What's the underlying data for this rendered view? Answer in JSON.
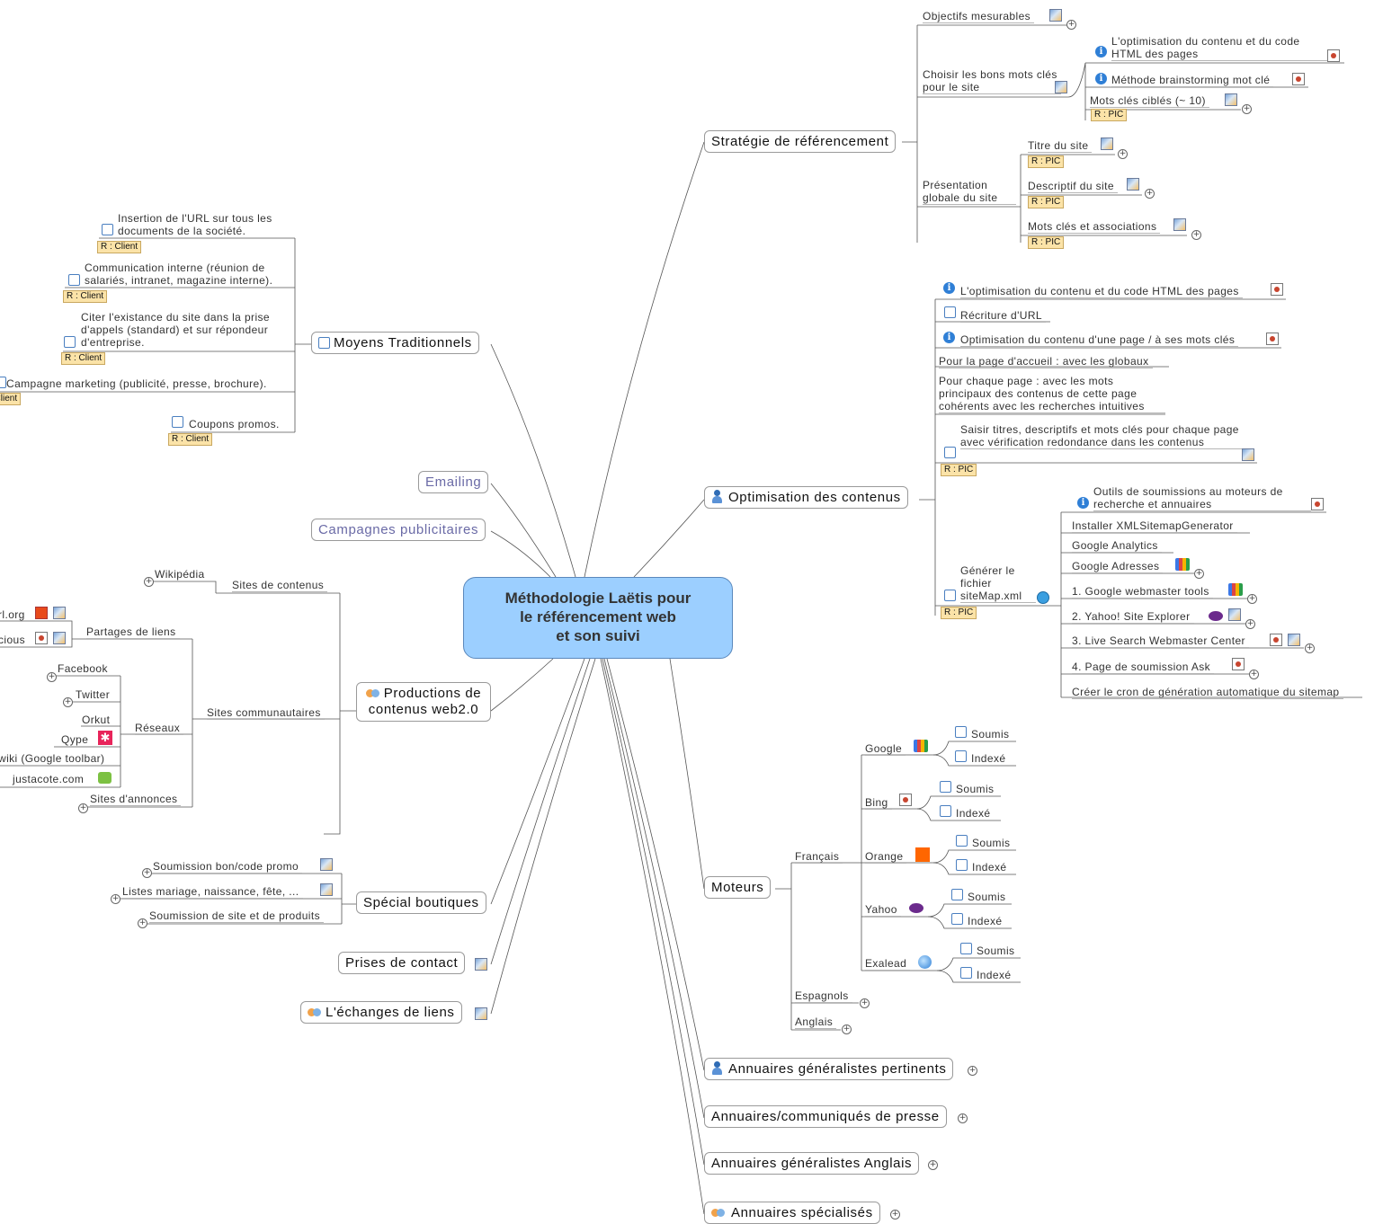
{
  "center": {
    "line1": "Méthodologie Laëtis pour",
    "line2": "le référencement web",
    "line3": "et son suivi"
  },
  "strategie": {
    "title": "Stratégie de référencement",
    "objectifs": "Objectifs mesurables",
    "choisir": "Choisir les bons mots clés pour le site",
    "optim_html": "L'optimisation du contenu et du code HTML des pages",
    "brainstorming": "Méthode brainstorming mot clé",
    "mots_cibles": "Mots clés ciblés (~ 10)",
    "presentation": "Présentation globale du site",
    "titre": "Titre du site",
    "descriptif": "Descriptif du site",
    "mots_assoc": "Mots clés et associations",
    "tag": "R : PIC"
  },
  "optimisation": {
    "title": "Optimisation des contenus",
    "items": [
      "L'optimisation du contenu et du code HTML des pages",
      "Récriture d'URL",
      "Optimisation du contenu d'une page / à ses mots clés",
      "Pour la page d'accueil : avec les globaux",
      "Pour chaque page : avec les mots principaux des contenus de cette page cohérents avec les recherches intuitives",
      "Saisir titres, descriptifs et mots clés pour chaque page avec vérification redondance dans les contenus"
    ],
    "generer": "Générer le fichier siteMap.xml",
    "sitemap_items": [
      "Outils de soumissions au moteurs de recherche et annuaires",
      "Installer XMLSitemapGenerator",
      "Google Analytics",
      "Google Adresses",
      "1. Google webmaster tools",
      "2. Yahoo! Site Explorer",
      "3. Live Search Webmaster Center",
      "4. Page de soumission Ask",
      "Créer le cron de génération automatique du sitemap"
    ],
    "tag": "R : PIC"
  },
  "moteurs": {
    "title": "Moteurs",
    "francais": "Français",
    "espagnols": "Espagnols",
    "anglais": "Anglais",
    "engines": [
      "Google",
      "Bing",
      "Orange",
      "Yahoo",
      "Exalead"
    ],
    "soumis": "Soumis",
    "indexe": "Indexé"
  },
  "annuaires": {
    "generalistes": "Annuaires généralistes pertinents",
    "communiques": "Annuaires/communiqués de presse",
    "anglais": "Annuaires généralistes Anglais",
    "specialises": "Annuaires spécialisés"
  },
  "moyens": {
    "title": "Moyens Traditionnels",
    "items": [
      "Insertion de l'URL sur tous les documents de la société.",
      "Communication interne (réunion de salariés, intranet, magazine interne).",
      "Citer l'existance du site dans la prise d'appels (standard) et sur répondeur d'entreprise.",
      "Campagne marketing (publicité, presse, brochure).",
      "Coupons promos."
    ],
    "tag": "R : Client"
  },
  "emailing": "Emailing",
  "campagnes": "Campagnes publicitaires",
  "productions": {
    "title": "Productions de contenus web2.0",
    "sites_contenus": "Sites de contenus",
    "wikipedia": "Wikipédia",
    "sites_communautaires": "Sites communautaires",
    "partages": "Partages de liens",
    "partage_items": [
      "rl.org",
      "cious"
    ],
    "reseaux": "Réseaux",
    "reseau_items": [
      "Facebook",
      "Twitter",
      "Orkut",
      "Qype",
      "wiki (Google toolbar)",
      "justacote.com"
    ],
    "annonces": "Sites d'annonces"
  },
  "boutiques": {
    "title": "Spécial boutiques",
    "items": [
      "Soumission bon/code promo",
      "Listes mariage, naissance, fête, ...",
      "Soumission de site et de produits"
    ]
  },
  "contact": "Prises de contact",
  "echanges": "L'échanges de liens",
  "colors": {
    "center_fill": "#9ccfff",
    "tag_fill": "#fbe3a8",
    "line": "#555555"
  }
}
